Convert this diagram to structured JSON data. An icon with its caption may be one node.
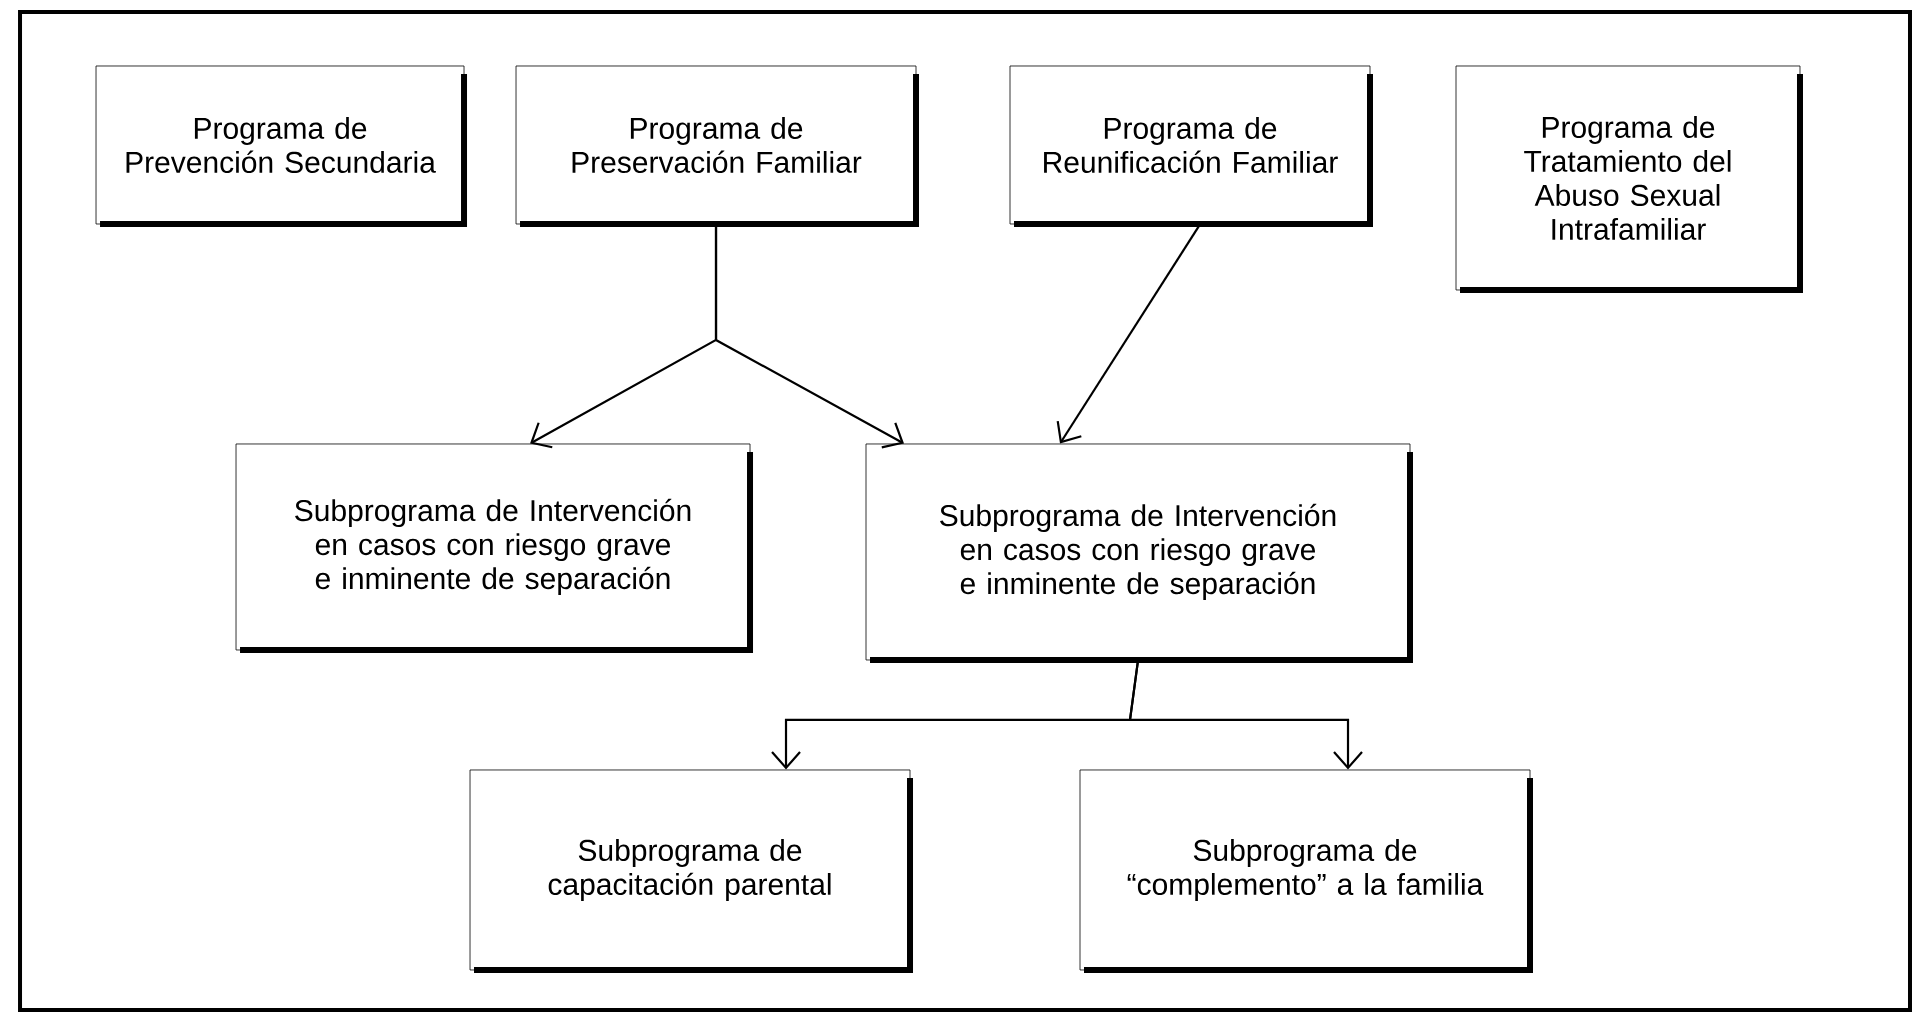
{
  "diagram": {
    "nodes": [
      {
        "text": [
          "Programa de Prevención Secundaria"
        ]
      },
      {
        "text": [
          "Programa de Preservación Familiar"
        ]
      },
      {
        "text": [
          "Programa de Reunificación Familiar"
        ]
      },
      {
        "text": [
          "Programa de Tratamiento del Abuso Sexual Intrafamiliar"
        ]
      },
      {
        "text": [
          "Subprograma de Intervención en casos con riesgo grave e inminente de separación"
        ]
      },
      {
        "text": [
          "Subprograma de Intervención en casos con riesgo grave e inminente de separación"
        ]
      },
      {
        "text": [
          "Subprograma de capacitación parental"
        ]
      },
      {
        "text": [
          "Subprograma de “complemento” a la familia"
        ]
      }
    ],
    "edges": [
      {
        "from": 1,
        "to": 4,
        "arrow": "to"
      },
      {
        "from": 1,
        "to": 5,
        "arrow": "to"
      },
      {
        "from": 2,
        "to": 5,
        "arrow": "to"
      },
      {
        "from": 5,
        "to": 6,
        "arrow": "to"
      },
      {
        "from": 5,
        "to": 7,
        "arrow": "to"
      }
    ]
  }
}
